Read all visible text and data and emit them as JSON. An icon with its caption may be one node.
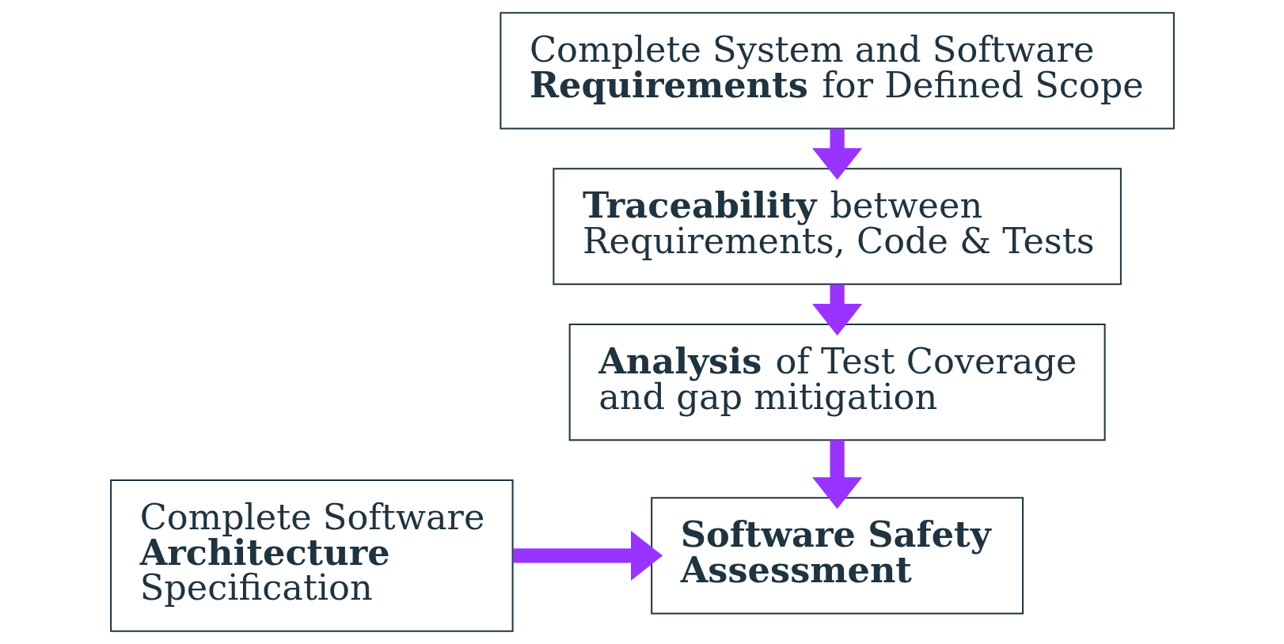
{
  "diagram": {
    "nodes": [
      {
        "text": [
          "Complete System and Software **Requirements** for Defined Scope"
        ]
      },
      {
        "text": [
          "**Traceability** between Requirements, Code & Tests"
        ]
      },
      {
        "text": [
          "**Analysis** of Test Coverage and gap mitigation"
        ]
      },
      {
        "text": [
          "Complete Software **Architecture** Specification"
        ]
      },
      {
        "text": [
          "Software Safety Assessment"
        ]
      }
    ],
    "edges": [
      {
        "from": 0,
        "to": 1,
        "arrow": "to"
      },
      {
        "from": 1,
        "to": 2,
        "arrow": "to"
      },
      {
        "from": 2,
        "to": 4,
        "arrow": "to"
      },
      {
        "from": 3,
        "to": 4,
        "arrow": "to"
      }
    ]
  }
}
